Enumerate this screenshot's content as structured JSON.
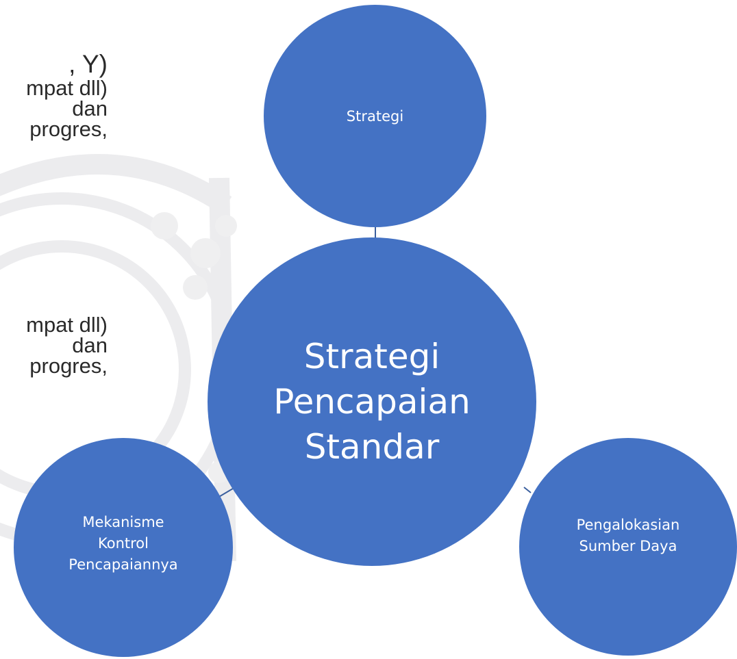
{
  "background_text": {
    "block1": {
      "line1": ", Y)",
      "line2": "mpat dll)",
      "line3": "dan",
      "line4": "progres,"
    },
    "block2": {
      "line1": "mpat dll)",
      "line2": "dan",
      "line3": "progres,"
    }
  },
  "diagram": {
    "center": {
      "line1": "Strategi",
      "line2": "Pencapaian",
      "line3": "Standar"
    },
    "top": {
      "label": "Strategi"
    },
    "bottom_left": {
      "line1": "Mekanisme",
      "line2": "Kontrol",
      "line3": "Pencapaiannya"
    },
    "bottom_right": {
      "line1": "Pengalokasian",
      "line2": "Sumber Daya"
    }
  },
  "colors": {
    "node_fill": "#4472c4",
    "connector": "#3a5f9e",
    "watermark": "#e9e9ea"
  }
}
